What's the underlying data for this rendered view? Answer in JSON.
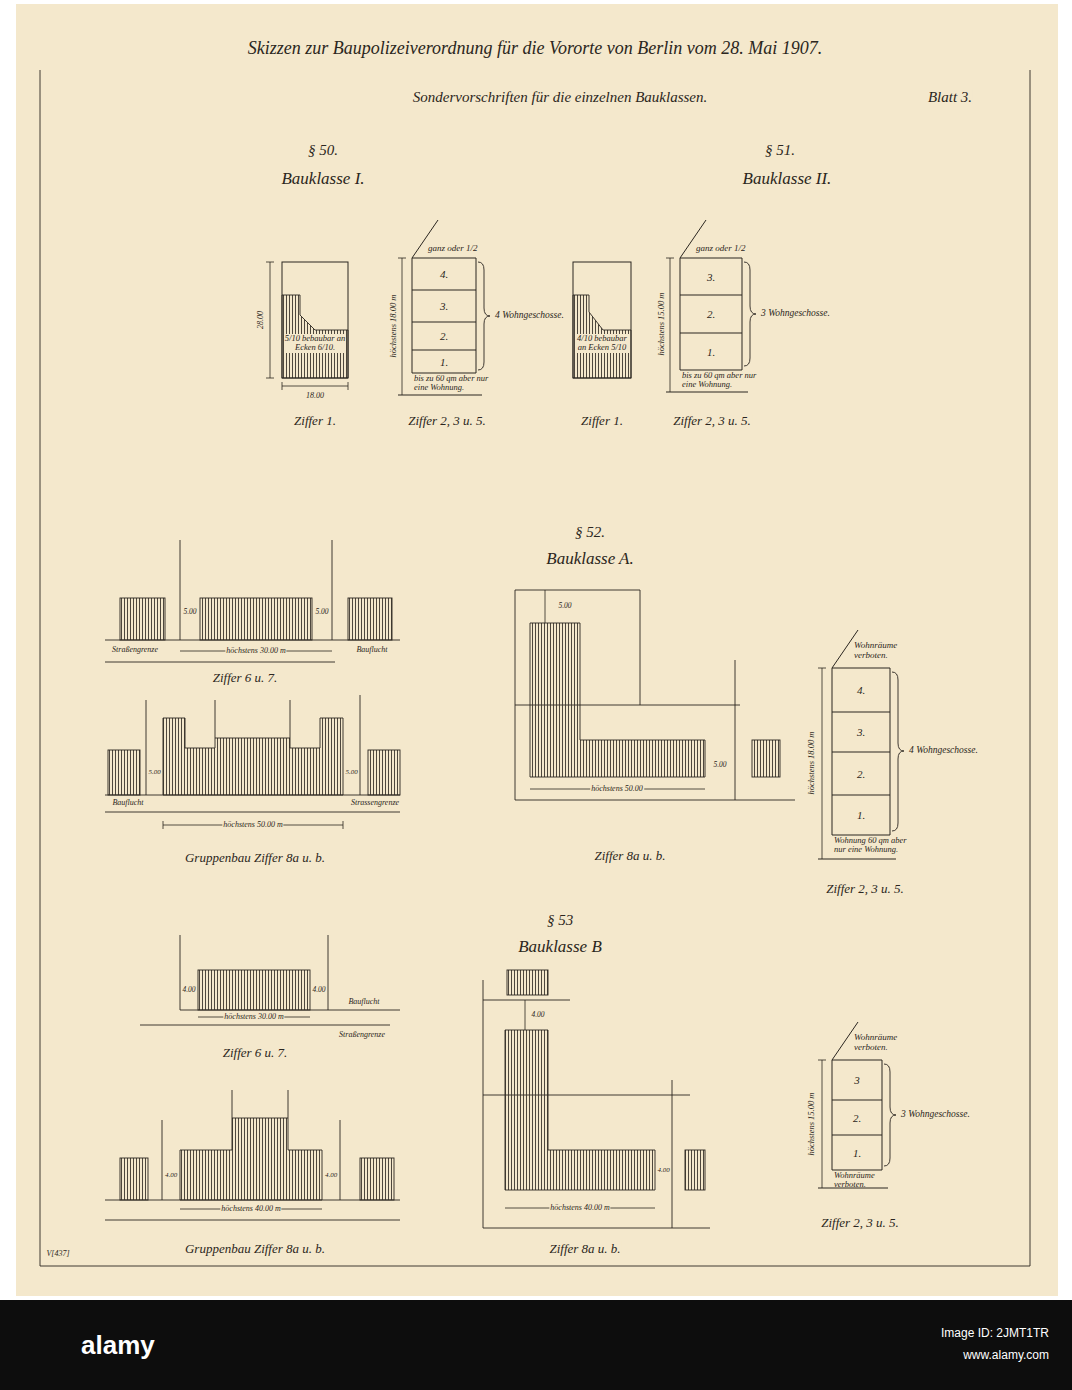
{
  "diagram": {
    "title": "Skizzen zur Baupolizeiverordnung für die Vororte von Berlin vom 28. Mai 1907.",
    "nodes": [
      {
        "text": [
          "5/10 bebaubar an Ecken 6/10."
        ]
      },
      {
        "text": [
          "ganz oder 1/2",
          "4.",
          "3.",
          "2.",
          "1.",
          "bis zu 60 qm aber nur eine Wohnung."
        ]
      },
      {
        "text": [
          "4/10 bebaubar an Ecken 5/10"
        ]
      },
      {
        "text": [
          "ganz oder 1/2",
          "3.",
          "2.",
          "1.",
          "bis zu 60 qm aber nur eine Wohnung."
        ]
      },
      {
        "text": [
          "Wohnräume verboten.",
          "4.",
          "3.",
          "2.",
          "1.",
          "Wohnung 60 qm aber nur eine Wohnung."
        ]
      },
      {
        "text": [
          "Wohnräume verboten.",
          "3",
          "2.",
          "1.",
          "Wohnräume verboten."
        ]
      }
    ],
    "labels": [
      "Sondervorschriften für die einzelnen Bauklassen.",
      "Blatt 3.",
      "§ 50.",
      "Bauklasse I.",
      "§ 51.",
      "Bauklasse II.",
      "28.00",
      "18.00",
      "Ziffer 1.",
      "höchstens 18.00 m",
      "4 Wohngeschosse.",
      "Ziffer 2, 3 u. 5.",
      "Ziffer 1.",
      "höchstens 15.00 m",
      "3 Wohngeschosse.",
      "Ziffer 2, 3 u. 5.",
      "§ 52.",
      "Bauklasse A.",
      "5.00",
      "5.00",
      "höchstens 30.00 m",
      "Bauflucht",
      "Straßengrenze",
      "Ziffer 6 u. 7.",
      "5.00",
      "5.00",
      "Bauflucht",
      "Strassengrenze",
      "höchstens 50.00 m",
      "Gruppenbau Ziffer 8a u. b.",
      "5.00",
      "höchstens 50.00",
      "5.00",
      "Ziffer 8a u. b.",
      "höchstens 18.00 m",
      "4 Wohngeschosse.",
      "Ziffer 2, 3 u. 5.",
      "§ 53",
      "Bauklasse B",
      "4.00",
      "4.00",
      "Bauflucht",
      "Straßengrenze",
      "höchstens 30.00 m",
      "Ziffer 6 u. 7.",
      "4.00",
      "4.00",
      "höchstens 40.00 m",
      "Gruppenbau Ziffer 8a u. b.",
      "4.00",
      "4.00",
      "höchstens 40.00 m",
      "Ziffer 8a u. b.",
      "höchstens 15.00 m",
      "3 Wohngeschosse.",
      "Ziffer 2, 3 u. 5.",
      "V[437]",
      "alamy",
      "Image ID: 2JMT1TR",
      "www.alamy.com"
    ]
  }
}
